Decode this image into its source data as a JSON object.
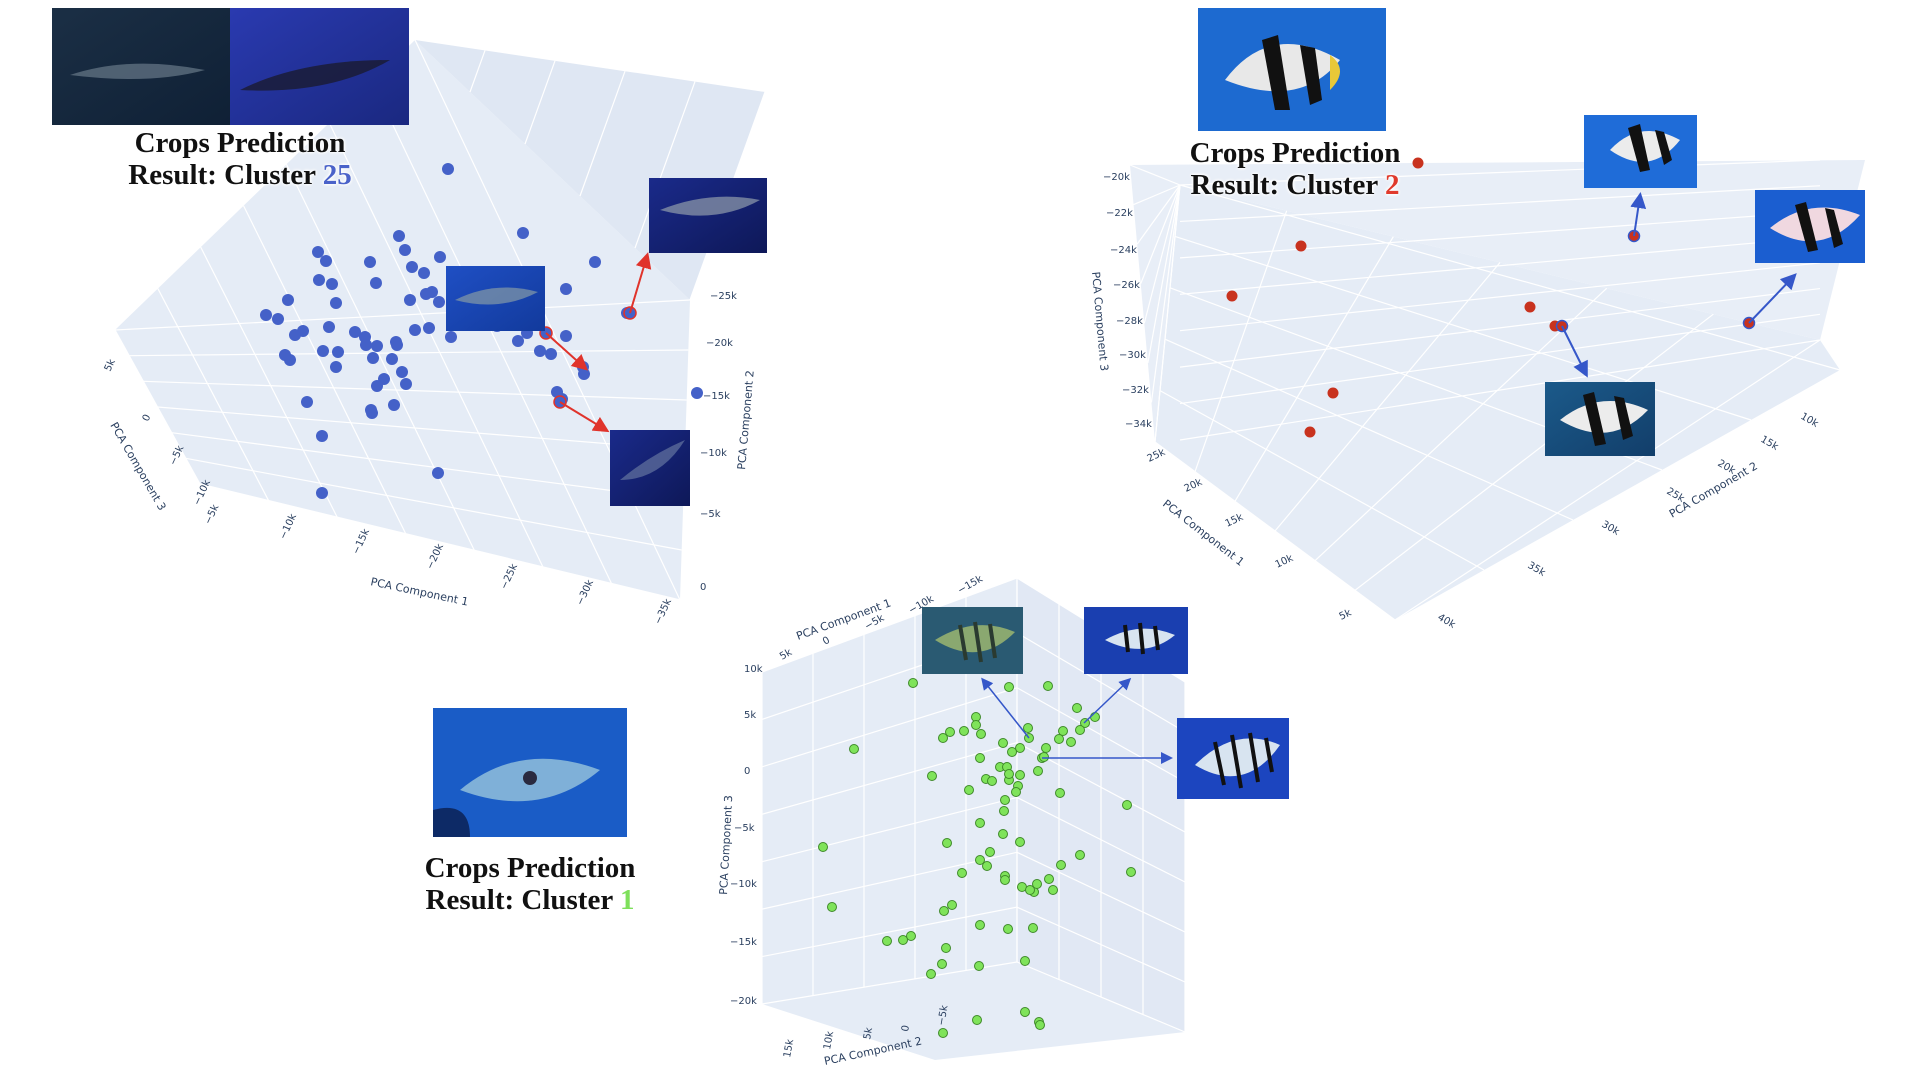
{
  "panels": [
    {
      "id": "shark",
      "caption_line1": "Crops Prediction",
      "caption_line2_prefix": "Result: Cluster ",
      "cluster": "25",
      "cluster_color": "#4a62c9",
      "point_color": "#4461c8",
      "arrow_color": "#e0332b"
    },
    {
      "id": "bannerfish",
      "caption_line1": "Crops Prediction",
      "caption_line2_prefix": "Result: Cluster ",
      "cluster": "2",
      "cluster_color": "#e03a2c",
      "point_color": "#c8321e",
      "arrow_color": "#3557c9"
    },
    {
      "id": "wrasse",
      "caption_line1": "Crops Prediction",
      "caption_line2_prefix": "Result: Cluster ",
      "cluster": "1",
      "cluster_color": "#7ee05b",
      "point_color": "#7fe35a",
      "arrow_color": "#3557c9"
    }
  ],
  "chart_data": [
    {
      "type": "scatter",
      "subtype": "3d",
      "axes": {
        "x_title": "PCA Component 1",
        "y_title": "PCA Component 2",
        "z_title": "PCA Component 3",
        "x_ticks": [
          "−5k",
          "−10k",
          "−15k",
          "−20k",
          "−25k",
          "−30k",
          "−35k"
        ],
        "y_ticks": [
          "0",
          "−5k",
          "−10k",
          "−15k",
          "−20k",
          "−25k"
        ],
        "z_ticks": [
          "5k",
          "0",
          "−5k",
          "−10k"
        ]
      },
      "grid": true,
      "series": [
        {
          "color": "#4461c8",
          "point_count": 75
        }
      ]
    },
    {
      "type": "scatter",
      "subtype": "3d",
      "axes": {
        "x_title": "PCA Component 1",
        "y_title": "PCA Component 2",
        "z_title": "PCA Component 3",
        "x_ticks": [
          "25k",
          "20k",
          "15k",
          "10k",
          "5k"
        ],
        "y_ticks": [
          "10k",
          "15k",
          "20k",
          "25k",
          "30k",
          "35k",
          "40k"
        ],
        "z_ticks": [
          "−20k",
          "−22k",
          "−24k",
          "−26k",
          "−28k",
          "−30k",
          "−32k",
          "−34k"
        ]
      },
      "grid": true,
      "series": [
        {
          "color": "#c8321e",
          "point_count": 9
        }
      ]
    },
    {
      "type": "scatter",
      "subtype": "3d",
      "axes": {
        "x_title": "PCA Component 1",
        "y_title": "PCA Component 2",
        "z_title": "PCA Component 3",
        "x_ticks": [
          "5k",
          "0",
          "−5k",
          "−10k",
          "−15k"
        ],
        "y_ticks": [
          "15k",
          "10k",
          "5k",
          "0",
          "−5k"
        ],
        "z_ticks": [
          "10k",
          "5k",
          "0",
          "−5k",
          "−10k",
          "−15k",
          "−20k"
        ]
      },
      "grid": true,
      "series": [
        {
          "color": "#7fe35a",
          "point_count": 66
        }
      ]
    }
  ]
}
